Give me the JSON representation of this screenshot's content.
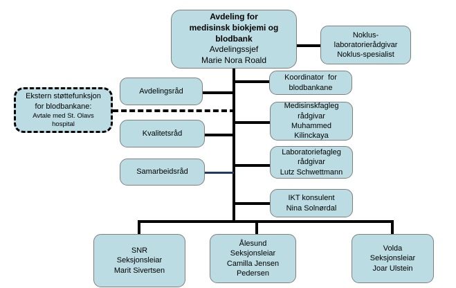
{
  "colors": {
    "box_fill": "#badce2",
    "box_border": "#7f7f7f",
    "line": "#000000",
    "accent_line": "#1f3864"
  },
  "nodes": {
    "department": {
      "title": "Avdeling for\nmedisinsk biokjemi og\nblodbank",
      "subtitle": "Avdelingssjef\nMarie Nora Roald"
    },
    "noklus": {
      "label": "Noklus-\nlaboratorierådgivar\nNoklus-spesialist"
    },
    "ekstern": {
      "title": "Ekstern støttefunksjon\nfor blodbankane:",
      "note": "Avtale med St. Olavs\nhospital"
    },
    "avdelingsrad": {
      "label": "Avdelingsråd"
    },
    "kvalitetsrad": {
      "label": "Kvalitetsråd"
    },
    "samarbeidsrad": {
      "label": "Samarbeidsråd"
    },
    "koordinator": {
      "label": "Koordinator  for\nblodbankane"
    },
    "medisinskfagleg": {
      "label": "Medisinskfagleg\nrådgivar\nMuhammed\nKilinckaya"
    },
    "laboratoriefagleg": {
      "label": "Laboratoriefagleg\nrådgivar\nLutz Schwettmann"
    },
    "ikt": {
      "label": "IKT konsulent\nNina Solnørdal"
    },
    "snr": {
      "label": "SNR\nSeksjonsleiar\nMarit Sivertsen"
    },
    "alesund": {
      "label": "Ålesund\nSeksjonsleiar\nCamilla Jensen\nPedersen"
    },
    "volda": {
      "label": "Volda\nSeksjonsleiar\nJoar Ulstein"
    }
  }
}
